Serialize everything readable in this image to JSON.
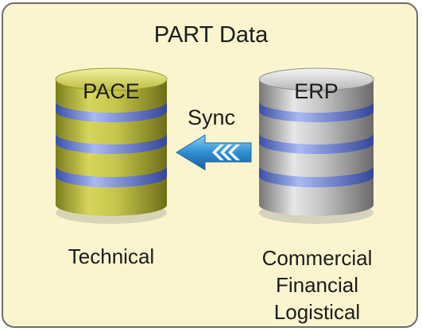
{
  "title": "PART Data",
  "sync_label": "Sync",
  "left_db": {
    "label": "PACE",
    "description": "Technical",
    "color": "#bdbd3a"
  },
  "right_db": {
    "label": "ERP",
    "descriptions": [
      "Commercial",
      "Financial",
      "Logistical"
    ],
    "color": "#a8a8a8"
  },
  "arrow": {
    "direction": "left",
    "color": "#2f8fd0"
  }
}
